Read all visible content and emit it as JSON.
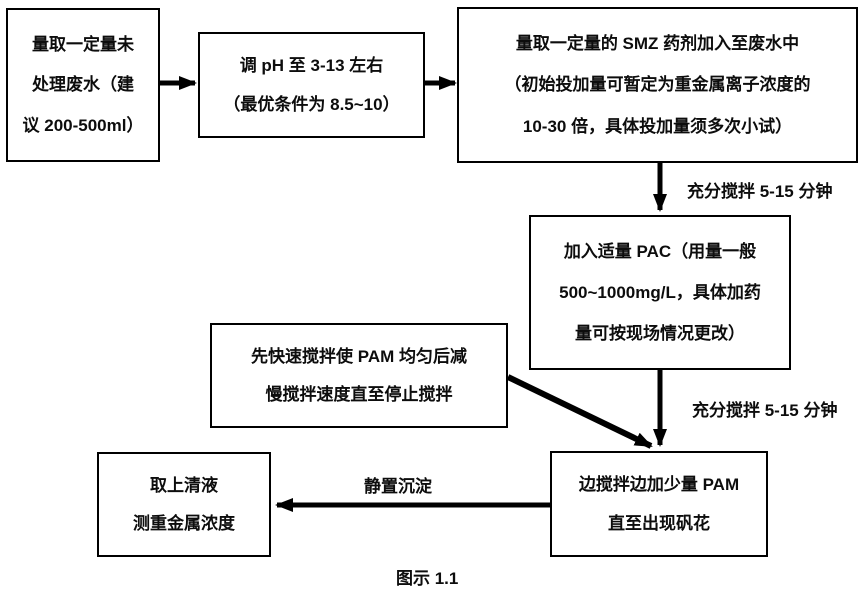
{
  "figure": {
    "caption": "图示 1.1"
  },
  "colors": {
    "line": "#000000",
    "text": "#0d0d0d",
    "background": "#ffffff"
  },
  "boxes": [
    {
      "id": "measure-wastewater",
      "lines": [
        "量取一定量未",
        "处理废水（建",
        "议 200-500ml）"
      ]
    },
    {
      "id": "adjust-ph",
      "lines": [
        "调 pH 至 3-13 左右",
        "（最优条件为 8.5~10）"
      ]
    },
    {
      "id": "add-smz",
      "lines": [
        "量取一定量的 SMZ 药剂加入至废水中",
        "（初始投加量可暂定为重金属离子浓度的",
        "10-30 倍，具体投加量须多次小试）"
      ]
    },
    {
      "id": "add-pac",
      "lines": [
        "加入适量 PAC（用量一般",
        "500~1000mg/L，具体加药",
        "量可按现场情况更改）"
      ]
    },
    {
      "id": "pam-stir-speed",
      "lines": [
        "先快速搅拌使 PAM 均匀后减",
        "慢搅拌速度直至停止搅拌"
      ]
    },
    {
      "id": "add-pam",
      "lines": [
        "边搅拌边加少量 PAM",
        "直至出现矾花"
      ]
    },
    {
      "id": "take-supernatant",
      "lines": [
        "取上清液",
        "测重金属浓度"
      ]
    }
  ],
  "arrow_labels": [
    {
      "id": "stir-after-smz",
      "text": "充分搅拌 5-15 分钟"
    },
    {
      "id": "stir-after-pac",
      "text": "充分搅拌 5-15 分钟"
    },
    {
      "id": "settle",
      "text": "静置沉淀"
    }
  ]
}
